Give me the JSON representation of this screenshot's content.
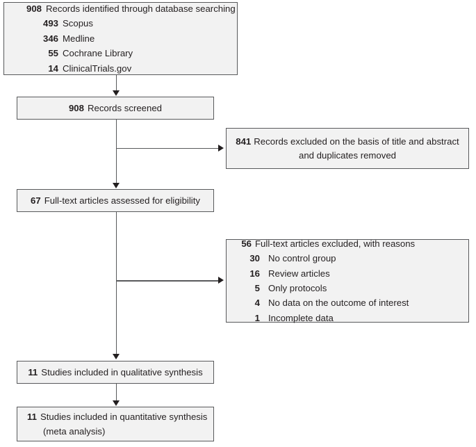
{
  "diagram": {
    "type": "prisma-flow-diagram",
    "background_color": "#ffffff",
    "box_fill_color": "#f2f2f2",
    "box_border_color": "#58595b",
    "text_color": "#231f20"
  },
  "identification": {
    "total_number": "908",
    "total_label": "Records identified through database searching",
    "sources": [
      {
        "number": "493",
        "label": "Scopus"
      },
      {
        "number": "346",
        "label": "Medline"
      },
      {
        "number": "55",
        "label": "Cochrane Library"
      },
      {
        "number": "14",
        "label": "ClinicalTrials.gov"
      }
    ]
  },
  "screened": {
    "number": "908",
    "label": "Records screened"
  },
  "excluded_title_abstract": {
    "number": "841",
    "line1": "Records excluded on the basis of title and abstract",
    "line2": "and duplicates removed"
  },
  "fulltext_assessed": {
    "number": "67",
    "label": "Full-text articles assessed for eligibility"
  },
  "excluded_reasons": {
    "number": "56",
    "label": "Full-text articles excluded, with reasons",
    "reasons": [
      {
        "number": "30",
        "label": "No control group"
      },
      {
        "number": "16",
        "label": "Review articles"
      },
      {
        "number": "5",
        "label": "Only protocols"
      },
      {
        "number": "4",
        "label": "No data on the outcome of interest"
      },
      {
        "number": "1",
        "label": "Incomplete data"
      }
    ]
  },
  "qualitative_synthesis": {
    "number": "11",
    "label": "Studies included in qualitative synthesis"
  },
  "quantitative_synthesis": {
    "number": "11",
    "label": "Studies included in quantitative synthesis",
    "label_continued": "(meta analysis)"
  }
}
